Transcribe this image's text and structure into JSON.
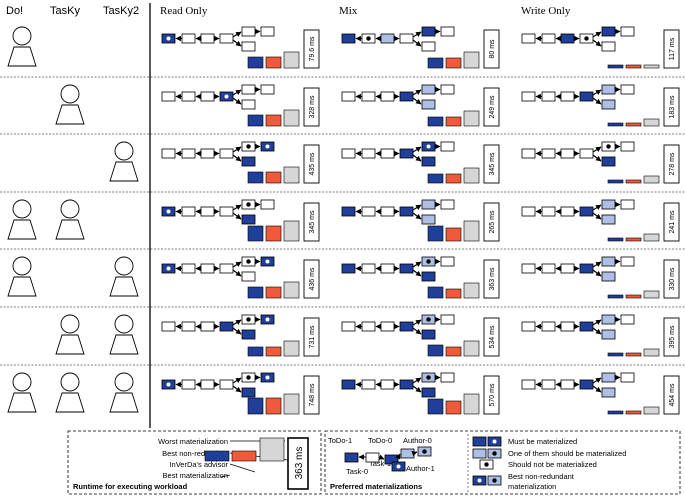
{
  "headers": {
    "app_columns": [
      "Do!",
      "TasKy",
      "TasKy2"
    ],
    "workloads": [
      "Read Only",
      "Mix",
      "Write Only"
    ]
  },
  "colors": {
    "must": "#1f3f9a",
    "one_of": "#aebfe6",
    "not": "#ffffff",
    "worst_bar": "#1f3f9a",
    "nonredundant_bar": "#ee5a3a",
    "advisor_bar": "#d6d6d6"
  },
  "rows": [
    {
      "users": [
        1,
        0,
        0
      ],
      "runtimes": [
        "79.6 ms",
        "80 ms",
        "117 ms"
      ]
    },
    {
      "users": [
        0,
        1,
        0
      ],
      "runtimes": [
        "328 ms",
        "249 ms",
        "183 ms"
      ]
    },
    {
      "users": [
        0,
        0,
        1
      ],
      "runtimes": [
        "435 ms",
        "345 ms",
        "278 ms"
      ]
    },
    {
      "users": [
        1,
        1,
        0
      ],
      "runtimes": [
        "345 ms",
        "265 ms",
        "241 ms"
      ]
    },
    {
      "users": [
        1,
        0,
        1
      ],
      "runtimes": [
        "436 ms",
        "363 ms",
        "330 ms"
      ]
    },
    {
      "users": [
        0,
        1,
        1
      ],
      "runtimes": [
        "731 ms",
        "534 ms",
        "395 ms"
      ]
    },
    {
      "users": [
        1,
        1,
        1
      ],
      "runtimes": [
        "748 ms",
        "570 ms",
        "454 ms"
      ]
    }
  ],
  "legend_runtime": {
    "labels": [
      "Worst materialization",
      "Best non-redundant",
      "InVerDa's advisor",
      "Best materialization"
    ],
    "value": "363 ms",
    "title": "Runtime for executing workload"
  },
  "legend_materialization": {
    "node_labels": [
      "ToDo-1",
      "ToDo-0",
      "Author-0",
      "Task-0",
      "Task-1",
      "Author-1"
    ],
    "title": "Preferred materializations",
    "entries": [
      "Must be materialized",
      "One of them should be materialized",
      "Should not be materialized",
      "Best non-redundant",
      "materialization"
    ]
  }
}
